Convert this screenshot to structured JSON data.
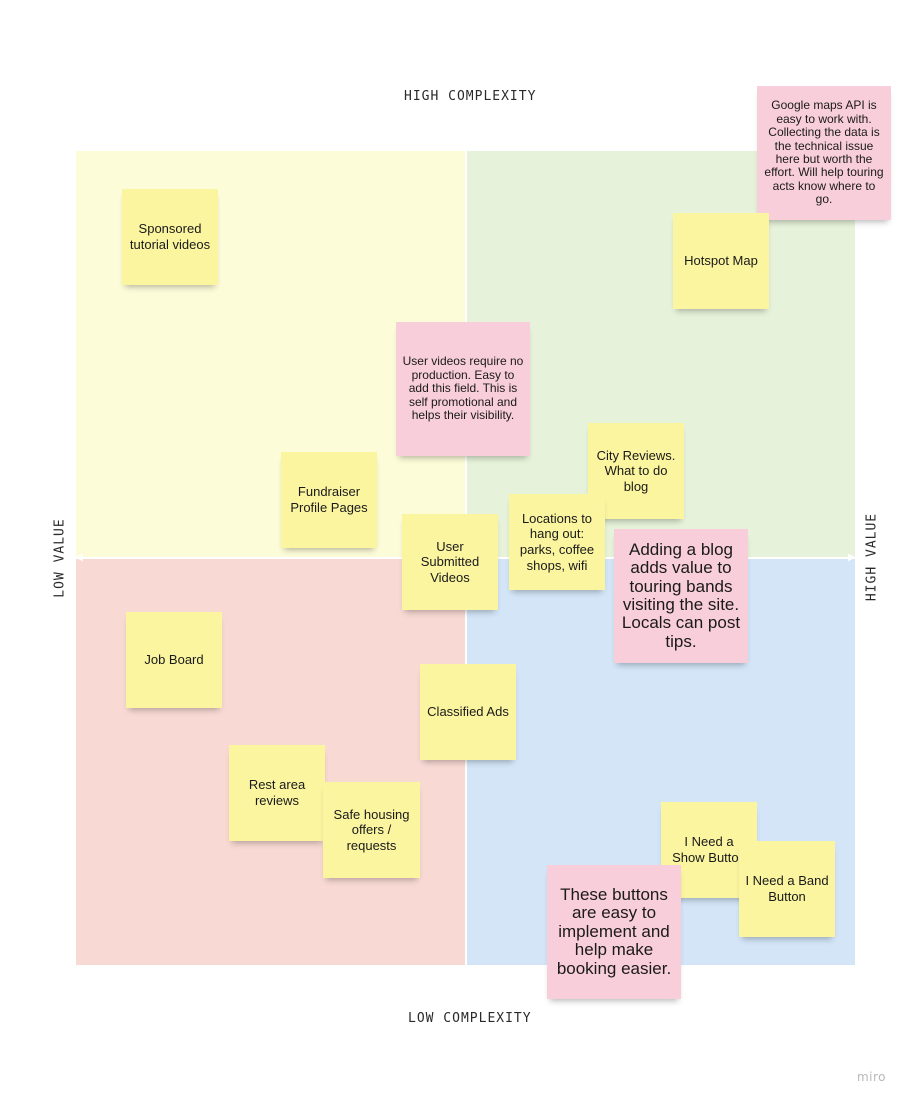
{
  "axes": {
    "top": "HIGH COMPLEXITY",
    "bottom": "LOW COMPLEXITY",
    "left": "LOW VALUE",
    "right": "HIGH VALUE"
  },
  "colors": {
    "quadrant_top_left": "#fdfcd9",
    "quadrant_top_right": "#e6f2da",
    "quadrant_bottom_left": "#f8d9d3",
    "quadrant_bottom_right": "#d3e5f7",
    "sticky_yellow": "#fbf5a0",
    "sticky_pink": "#f9cedb"
  },
  "notes": {
    "sponsored": "Sponsored tutorial videos",
    "maps_api": "Google maps API is easy to work with. Collecting the data is the technical issue here but worth the effort. Will help touring acts know where to go.",
    "hotspot": "Hotspot Map",
    "user_videos_note": "User videos require no production. Easy to add this field. This is self promotional and helps their visibility.",
    "city_reviews": "City Reviews. What to do blog",
    "fundraiser": "Fundraiser Profile Pages",
    "locations": "Locations to hang out: parks, coffee shops, wifi",
    "user_submitted": "User Submitted Videos",
    "blog_note": "Adding a blog adds value to touring bands visiting the site. Locals can post tips.",
    "job_board": "Job Board",
    "classified": "Classified Ads",
    "rest_area": "Rest area reviews",
    "safe_housing": "Safe housing offers / requests",
    "show_button": "I Need a Show Button",
    "band_button": "I Need a Band Button",
    "buttons_note": "These buttons are easy to implement and help make booking easier."
  },
  "brand": "miro"
}
